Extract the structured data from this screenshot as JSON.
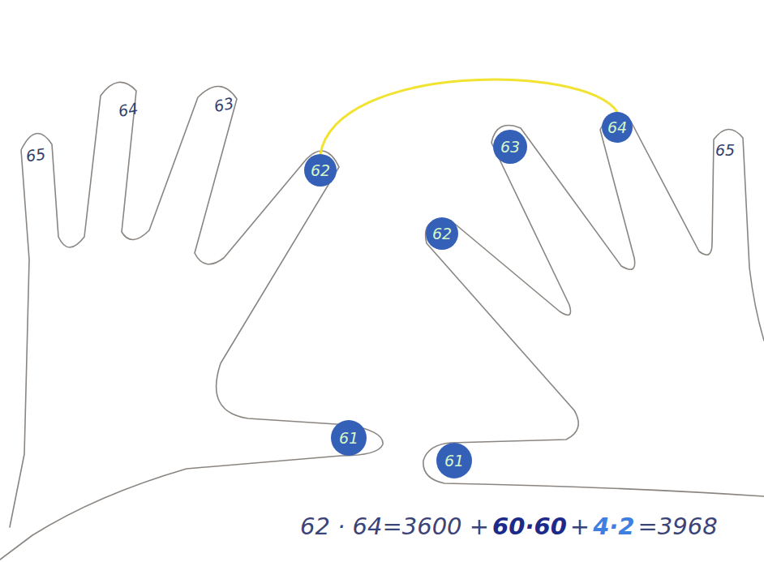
{
  "diagram": {
    "nodes": [
      {
        "text": [
          "62"
        ]
      },
      {
        "text": [
          "63"
        ]
      },
      {
        "text": [
          "64"
        ]
      },
      {
        "text": [
          "62"
        ]
      },
      {
        "text": [
          "61"
        ]
      },
      {
        "text": [
          "61"
        ]
      }
    ],
    "edges": [
      {
        "from": 0,
        "to": 2,
        "arrow": "none"
      }
    ],
    "labels": [
      "65",
      "64",
      "63",
      "65",
      "62 · 64=3600 +",
      "60·60",
      "+",
      "4·2",
      "=3968"
    ]
  }
}
